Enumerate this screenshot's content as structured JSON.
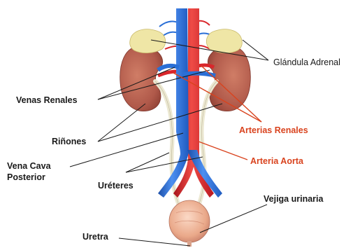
{
  "labels": {
    "adrenal": "Glándula Adrenal",
    "renal_veins": "Venas Renales",
    "renal_arteries": "Arterias Renales",
    "kidneys": "Riñones",
    "aorta": "Arteria Aorta",
    "vena_cava_line1": "Vena Cava",
    "vena_cava_line2": "Posterior",
    "ureters": "Uréteres",
    "bladder": "Vejiga urinaria",
    "urethra": "Uretra"
  },
  "colors": {
    "artery": "#d9262b",
    "vein": "#2a6fd6",
    "kidney": "#b5614e",
    "adrenal": "#efe6a6",
    "ureter": "#ece8d2",
    "bladder": "#efb59a",
    "label_red": "#d9431e",
    "label_black": "#1a1a1a"
  }
}
